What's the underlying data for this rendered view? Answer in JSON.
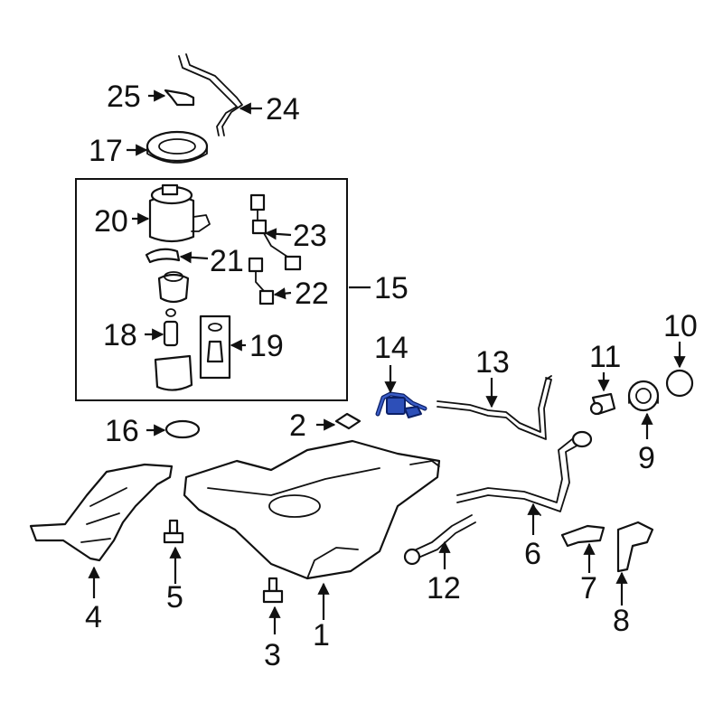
{
  "diagram": {
    "highlight_color": "#2d4fb8",
    "callouts": {
      "c1": "1",
      "c2": "2",
      "c3": "3",
      "c4": "4",
      "c5": "5",
      "c6": "6",
      "c7": "7",
      "c8": "8",
      "c9": "9",
      "c10": "10",
      "c11": "11",
      "c12": "12",
      "c13": "13",
      "c14": "14",
      "c15": "15",
      "c16": "16",
      "c17": "17",
      "c18": "18",
      "c19": "19",
      "c20": "20",
      "c21": "21",
      "c22": "22",
      "c23": "23",
      "c24": "24",
      "c25": "25"
    }
  }
}
